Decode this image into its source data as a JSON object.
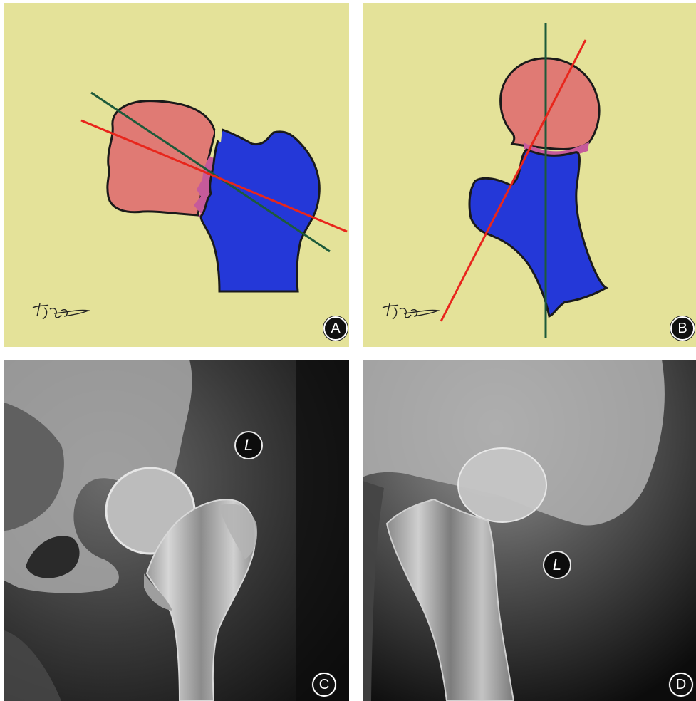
{
  "panels": {
    "a": {
      "label": "A"
    },
    "b": {
      "label": "B"
    },
    "c": {
      "label": "C",
      "side_marker": "L"
    },
    "d": {
      "label": "D",
      "side_marker": "L"
    }
  },
  "signature_text": "",
  "colors": {
    "background": "#e4e299",
    "femoral_head": "#e07a74",
    "femoral_neck_shaft": "#2438d8",
    "physis": "#c65a9a",
    "red_axis_line": "#e8261c",
    "green_axis_line": "#1d5a3a",
    "outline": "#1a1a1a"
  }
}
